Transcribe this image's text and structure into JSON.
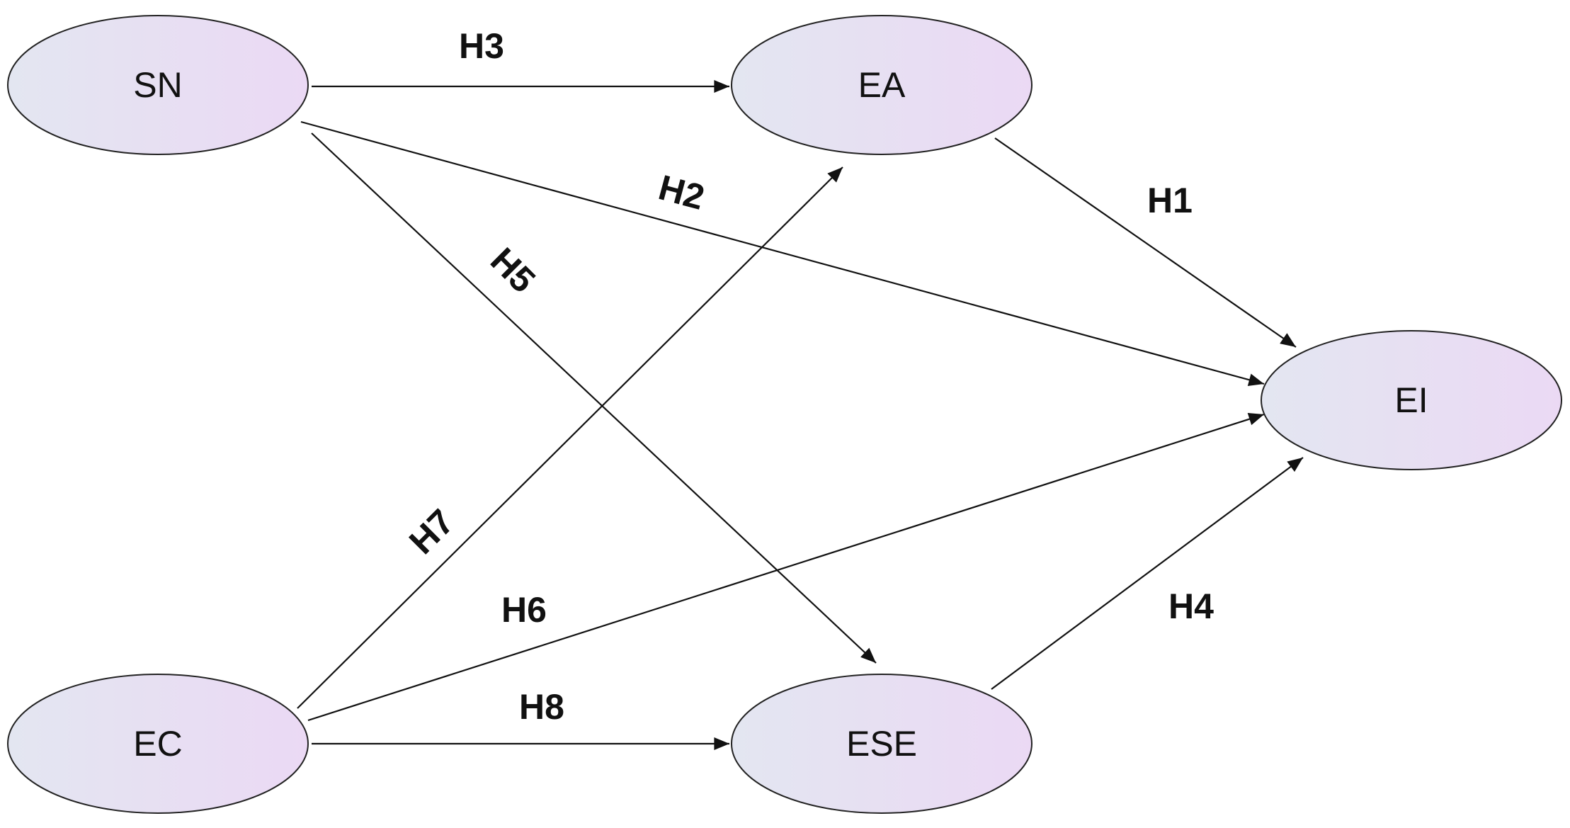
{
  "colors": {
    "node_fill_start": "#e3e6f1",
    "node_fill_end": "#ebd9f4",
    "stroke": "#222222",
    "text": "#111111"
  },
  "nodes": {
    "sn": {
      "label": "SN"
    },
    "ea": {
      "label": "EA"
    },
    "ei": {
      "label": "EI"
    },
    "ec": {
      "label": "EC"
    },
    "ese": {
      "label": "ESE"
    }
  },
  "edges": {
    "h1": {
      "label": "H1",
      "from": "EA",
      "to": "EI"
    },
    "h2": {
      "label": "H2",
      "from": "SN",
      "to": "EI"
    },
    "h3": {
      "label": "H3",
      "from": "SN",
      "to": "EA"
    },
    "h4": {
      "label": "H4",
      "from": "ESE",
      "to": "EI"
    },
    "h5": {
      "label": "H5",
      "from": "SN",
      "to": "ESE"
    },
    "h6": {
      "label": "H6",
      "from": "EC",
      "to": "EI"
    },
    "h7": {
      "label": "H7",
      "from": "EC",
      "to": "EA"
    },
    "h8": {
      "label": "H8",
      "from": "EC",
      "to": "ESE"
    }
  }
}
